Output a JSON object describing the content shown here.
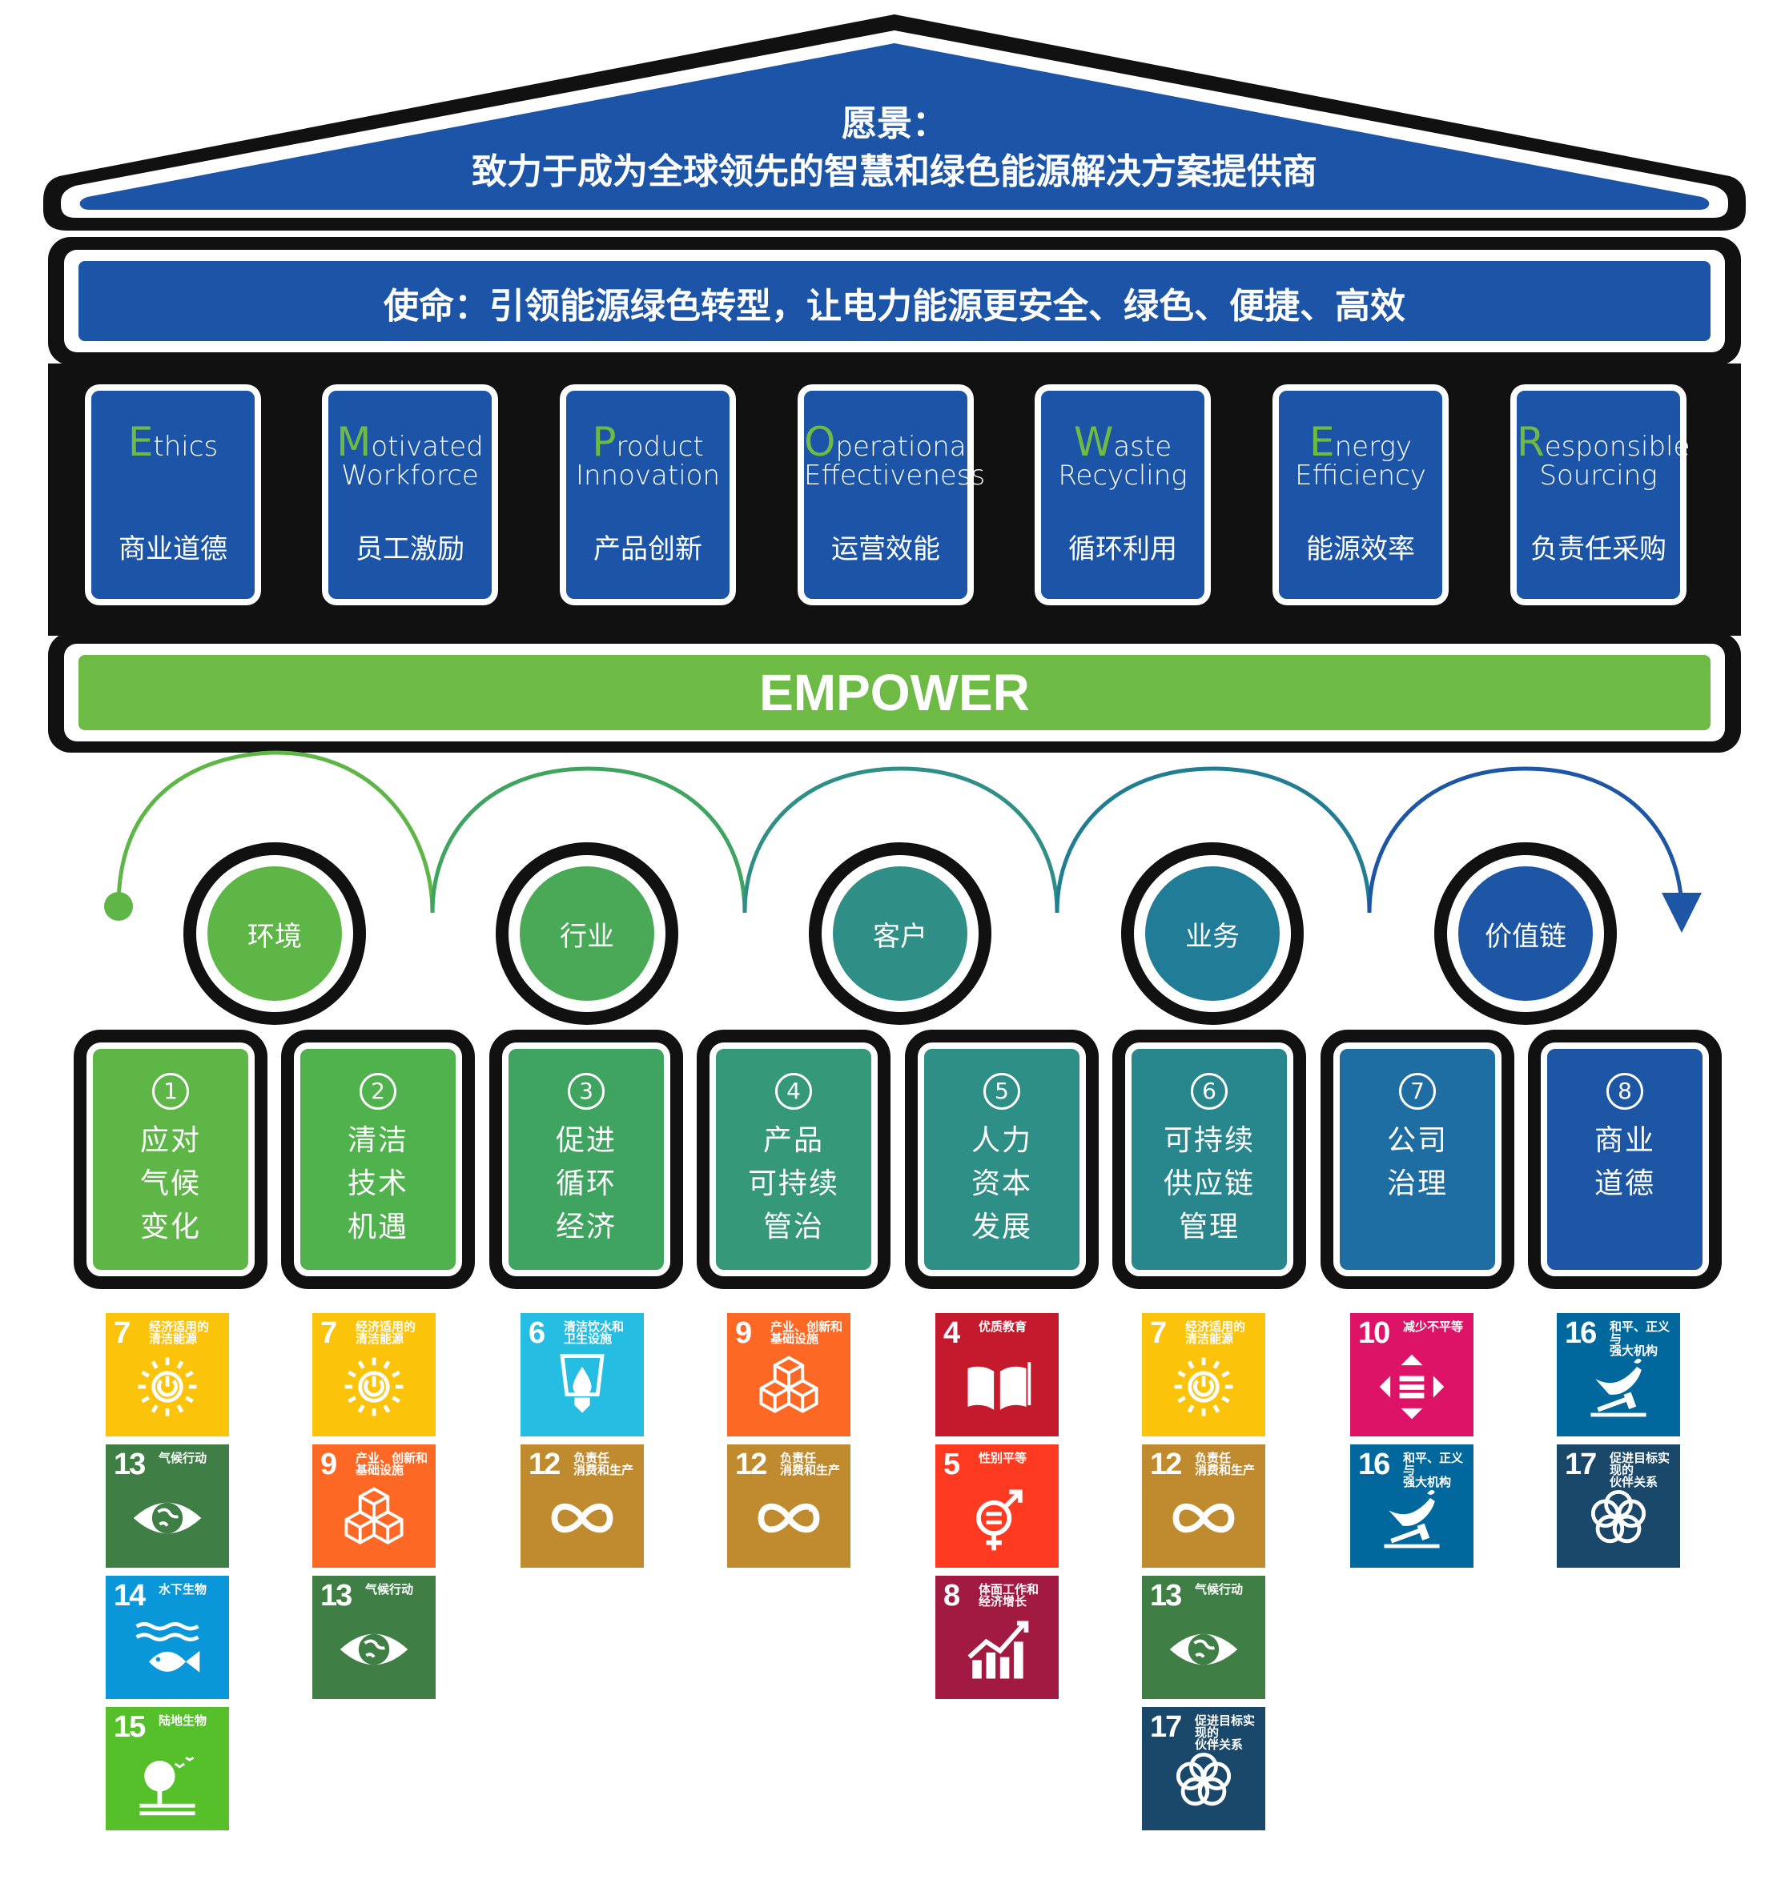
{
  "vision": {
    "label": "愿景：",
    "text": "致力于成为全球领先的智慧和绿色能源解决方案提供商"
  },
  "mission": {
    "text": "使命：引领能源绿色转型，让电力能源更安全、绿色、便捷、高效"
  },
  "pillars": [
    {
      "initial": "E",
      "rest": "thics",
      "line2": "",
      "cn": "商业道德"
    },
    {
      "initial": "M",
      "rest": "otivated",
      "line2": "Workforce",
      "cn": "员工激励"
    },
    {
      "initial": "P",
      "rest": "roduct",
      "line2": "Innovation",
      "cn": "产品创新"
    },
    {
      "initial": "O",
      "rest": "perational",
      "line2": "Effectiveness",
      "cn": "运营效能"
    },
    {
      "initial": "W",
      "rest": "aste",
      "line2": "Recycling",
      "cn": "循环利用"
    },
    {
      "initial": "E",
      "rest": "nergy",
      "line2": "Efficiency",
      "cn": "能源效率"
    },
    {
      "initial": "R",
      "rest": "esponsible",
      "line2": "Sourcing",
      "cn": "负责任采购"
    }
  ],
  "base": {
    "text": "EMPOWER"
  },
  "categories": [
    {
      "label": "环境",
      "color": "#5db646"
    },
    {
      "label": "行业",
      "color": "#4aa957"
    },
    {
      "label": "客户",
      "color": "#2f8f86"
    },
    {
      "label": "业务",
      "color": "#207c97"
    },
    {
      "label": "价值链",
      "color": "#1d56a5"
    }
  ],
  "topics": [
    {
      "num": "1",
      "lines": [
        "应对",
        "气候",
        "变化"
      ],
      "color": "#5db646"
    },
    {
      "num": "2",
      "lines": [
        "清洁",
        "技术",
        "机遇"
      ],
      "color": "#4fb24d"
    },
    {
      "num": "3",
      "lines": [
        "促进",
        "循环",
        "经济"
      ],
      "color": "#3ea460"
    },
    {
      "num": "4",
      "lines": [
        "产品",
        "可持续",
        "管治"
      ],
      "color": "#349879"
    },
    {
      "num": "5",
      "lines": [
        "人力",
        "资本",
        "发展"
      ],
      "color": "#2d8f86"
    },
    {
      "num": "6",
      "lines": [
        "可持续",
        "供应链",
        "管理"
      ],
      "color": "#28878d"
    },
    {
      "num": "7",
      "lines": [
        "公司",
        "治理"
      ],
      "color": "#1e6ea3"
    },
    {
      "num": "8",
      "lines": [
        "商业",
        "道德"
      ],
      "color": "#1d56a5"
    }
  ],
  "sdg_columns": [
    [
      {
        "n": "7",
        "t": [
          "经济适用的",
          "清洁能源"
        ],
        "icon": "sun-power-icon",
        "color": "#fcc30b"
      },
      {
        "n": "13",
        "t": [
          "气候行动"
        ],
        "icon": "earth-eye-icon",
        "color": "#3f7e44"
      },
      {
        "n": "14",
        "t": [
          "水下生物"
        ],
        "icon": "fish-icon",
        "color": "#0a97d9"
      },
      {
        "n": "15",
        "t": [
          "陆地生物"
        ],
        "icon": "tree-icon",
        "color": "#56c02b"
      }
    ],
    [
      {
        "n": "7",
        "t": [
          "经济适用的",
          "清洁能源"
        ],
        "icon": "sun-power-icon",
        "color": "#fcc30b"
      },
      {
        "n": "9",
        "t": [
          "产业、创新和",
          "基础设施"
        ],
        "icon": "cubes-icon",
        "color": "#fd6925"
      },
      {
        "n": "13",
        "t": [
          "气候行动"
        ],
        "icon": "earth-eye-icon",
        "color": "#3f7e44"
      }
    ],
    [
      {
        "n": "6",
        "t": [
          "清洁饮水和",
          "卫生设施"
        ],
        "icon": "water-drop-icon",
        "color": "#26bde2"
      },
      {
        "n": "12",
        "t": [
          "负责任",
          "消费和生产"
        ],
        "icon": "infinity-icon",
        "color": "#bf8b2e"
      }
    ],
    [
      {
        "n": "9",
        "t": [
          "产业、创新和",
          "基础设施"
        ],
        "icon": "cubes-icon",
        "color": "#fd6925"
      },
      {
        "n": "12",
        "t": [
          "负责任",
          "消费和生产"
        ],
        "icon": "infinity-icon",
        "color": "#bf8b2e"
      }
    ],
    [
      {
        "n": "4",
        "t": [
          "优质教育"
        ],
        "icon": "book-icon",
        "color": "#c5192d"
      },
      {
        "n": "5",
        "t": [
          "性别平等"
        ],
        "icon": "gender-icon",
        "color": "#ff3a21"
      },
      {
        "n": "8",
        "t": [
          "体面工作和",
          "经济增长"
        ],
        "icon": "growth-chart-icon",
        "color": "#a21942"
      }
    ],
    [
      {
        "n": "7",
        "t": [
          "经济适用的",
          "清洁能源"
        ],
        "icon": "sun-power-icon",
        "color": "#fcc30b"
      },
      {
        "n": "12",
        "t": [
          "负责任",
          "消费和生产"
        ],
        "icon": "infinity-icon",
        "color": "#bf8b2e"
      },
      {
        "n": "13",
        "t": [
          "气候行动"
        ],
        "icon": "earth-eye-icon",
        "color": "#3f7e44"
      },
      {
        "n": "17",
        "t": [
          "促进目标实现的",
          "伙伴关系"
        ],
        "icon": "flower-icon",
        "color": "#19486a"
      }
    ],
    [
      {
        "n": "10",
        "t": [
          "减少不平等"
        ],
        "icon": "equality-arrows-icon",
        "color": "#dd1367"
      },
      {
        "n": "16",
        "t": [
          "和平、正义与",
          "强大机构"
        ],
        "icon": "dove-gavel-icon",
        "color": "#00689d"
      }
    ],
    [
      {
        "n": "16",
        "t": [
          "和平、正义与",
          "强大机构"
        ],
        "icon": "dove-gavel-icon",
        "color": "#00689d"
      },
      {
        "n": "17",
        "t": [
          "促进目标实现的",
          "伙伴关系"
        ],
        "icon": "flower-icon",
        "color": "#19486a"
      }
    ]
  ],
  "colors": {
    "blue": "#1c54a7",
    "green": "#6dbb45",
    "outline": "#111111"
  }
}
